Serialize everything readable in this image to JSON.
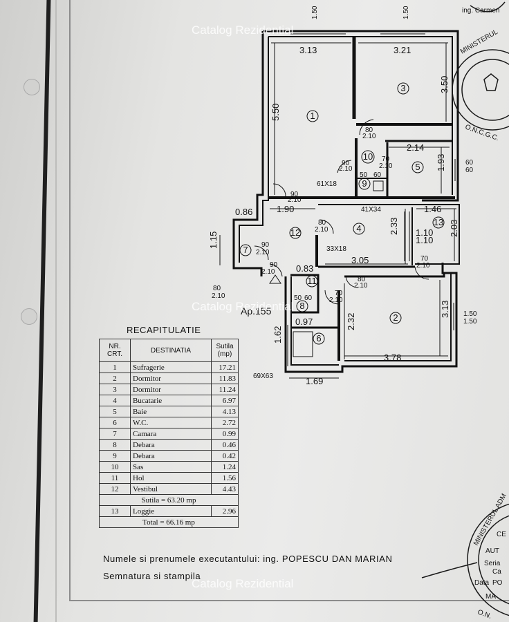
{
  "watermark": "Catalog Rezidential",
  "plan": {
    "apartment_label": "Ap.155",
    "dimensions": [
      "3.13",
      "3.21",
      "5.50",
      "3.50",
      "2.14",
      "1.93",
      "1.90",
      "0.86",
      "1.46",
      "2.03",
      "1.10",
      "1.10",
      "2.33",
      "3.05",
      "1.15",
      "0.83",
      "0.97",
      "1.62",
      "2.32",
      "3.78",
      "3.13",
      "1.69"
    ],
    "door_labels": [
      "1.50",
      "1.50",
      "80",
      "2.10",
      "90",
      "2.10",
      "70",
      "2.10",
      "50",
      "60",
      "90",
      "2.10",
      "80",
      "2.10",
      "90",
      "2.10",
      "90",
      "2.10",
      "80",
      "2.10",
      "70",
      "2.10",
      "50",
      "60",
      "70",
      "2.10",
      "80",
      "2.10",
      "60",
      "60",
      "1.50",
      "1.50"
    ],
    "openings": [
      "61X18",
      "41X34",
      "33X18",
      "69X63"
    ],
    "room_numbers": [
      "1",
      "2",
      "3",
      "4",
      "5",
      "6",
      "7",
      "8",
      "9",
      "10",
      "11",
      "12",
      "13"
    ]
  },
  "recap": {
    "title": "RECAPITULATIE",
    "headers": [
      "NR. CRT.",
      "DESTINATIA",
      "Sutila (mp)"
    ],
    "rows": [
      [
        "1",
        "Sufragerie",
        "17.21"
      ],
      [
        "2",
        "Dormitor",
        "11.83"
      ],
      [
        "3",
        "Dormitor",
        "11.24"
      ],
      [
        "4",
        "Bucatarie",
        "6.97"
      ],
      [
        "5",
        "Baie",
        "4.13"
      ],
      [
        "6",
        "W.C.",
        "2.72"
      ],
      [
        "7",
        "Camara",
        "0.99"
      ],
      [
        "8",
        "Debara",
        "0.46"
      ],
      [
        "9",
        "Debara",
        "0.42"
      ],
      [
        "10",
        "Sas",
        "1.24"
      ],
      [
        "11",
        "Hol",
        "1.56"
      ],
      [
        "12",
        "Vestibul",
        "4.43"
      ]
    ],
    "sutila_total": "Sutila = 63.20 mp",
    "loggia": [
      "13",
      "Loggie",
      "2.96"
    ],
    "total": "Total = 66.16 mp"
  },
  "footer": {
    "executant": "Numele si prenumele executantului: ing. POPESCU DAN MARIAN",
    "signature": "Semnatura si stampila"
  },
  "stamps": {
    "top_right": [
      "MINISTERUL",
      "O.N.C.G.C.",
      "ing. Carmen"
    ],
    "bottom_right": [
      "MINISTERUL ADM",
      "CE",
      "AUT",
      "Seria",
      "Ca",
      "PO",
      "Data",
      "MA",
      "O.N."
    ]
  },
  "colors": {
    "ink": "#111111",
    "paper": "#e8e8e6",
    "watermark": "#ffffff"
  }
}
